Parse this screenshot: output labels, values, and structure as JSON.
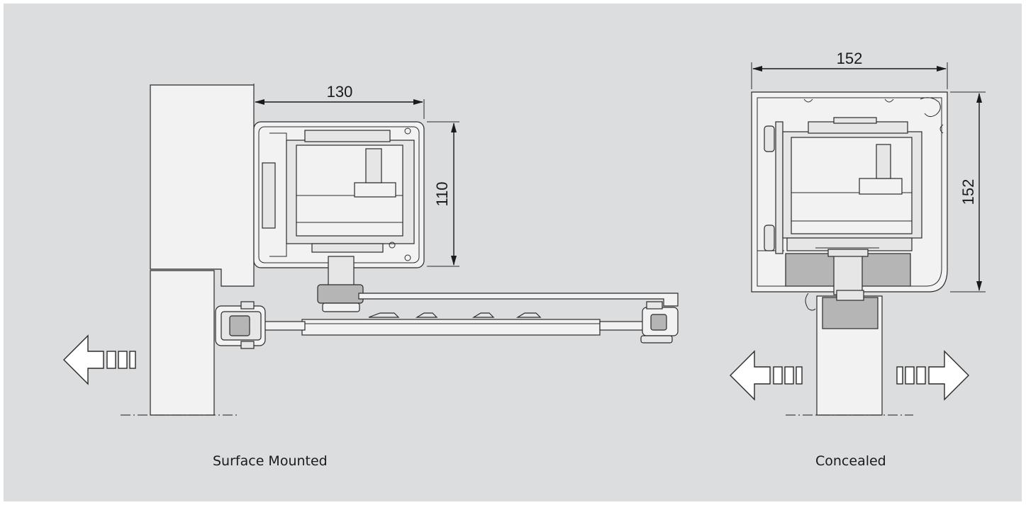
{
  "views": [
    {
      "caption": "Surface Mounted",
      "dimensions": {
        "width": "130",
        "height": "110"
      }
    },
    {
      "caption": "Concealed",
      "dimensions": {
        "width": "152",
        "height": "152"
      }
    }
  ],
  "colors": {
    "background": "#dcdddf",
    "line": "#1a1a1a"
  }
}
